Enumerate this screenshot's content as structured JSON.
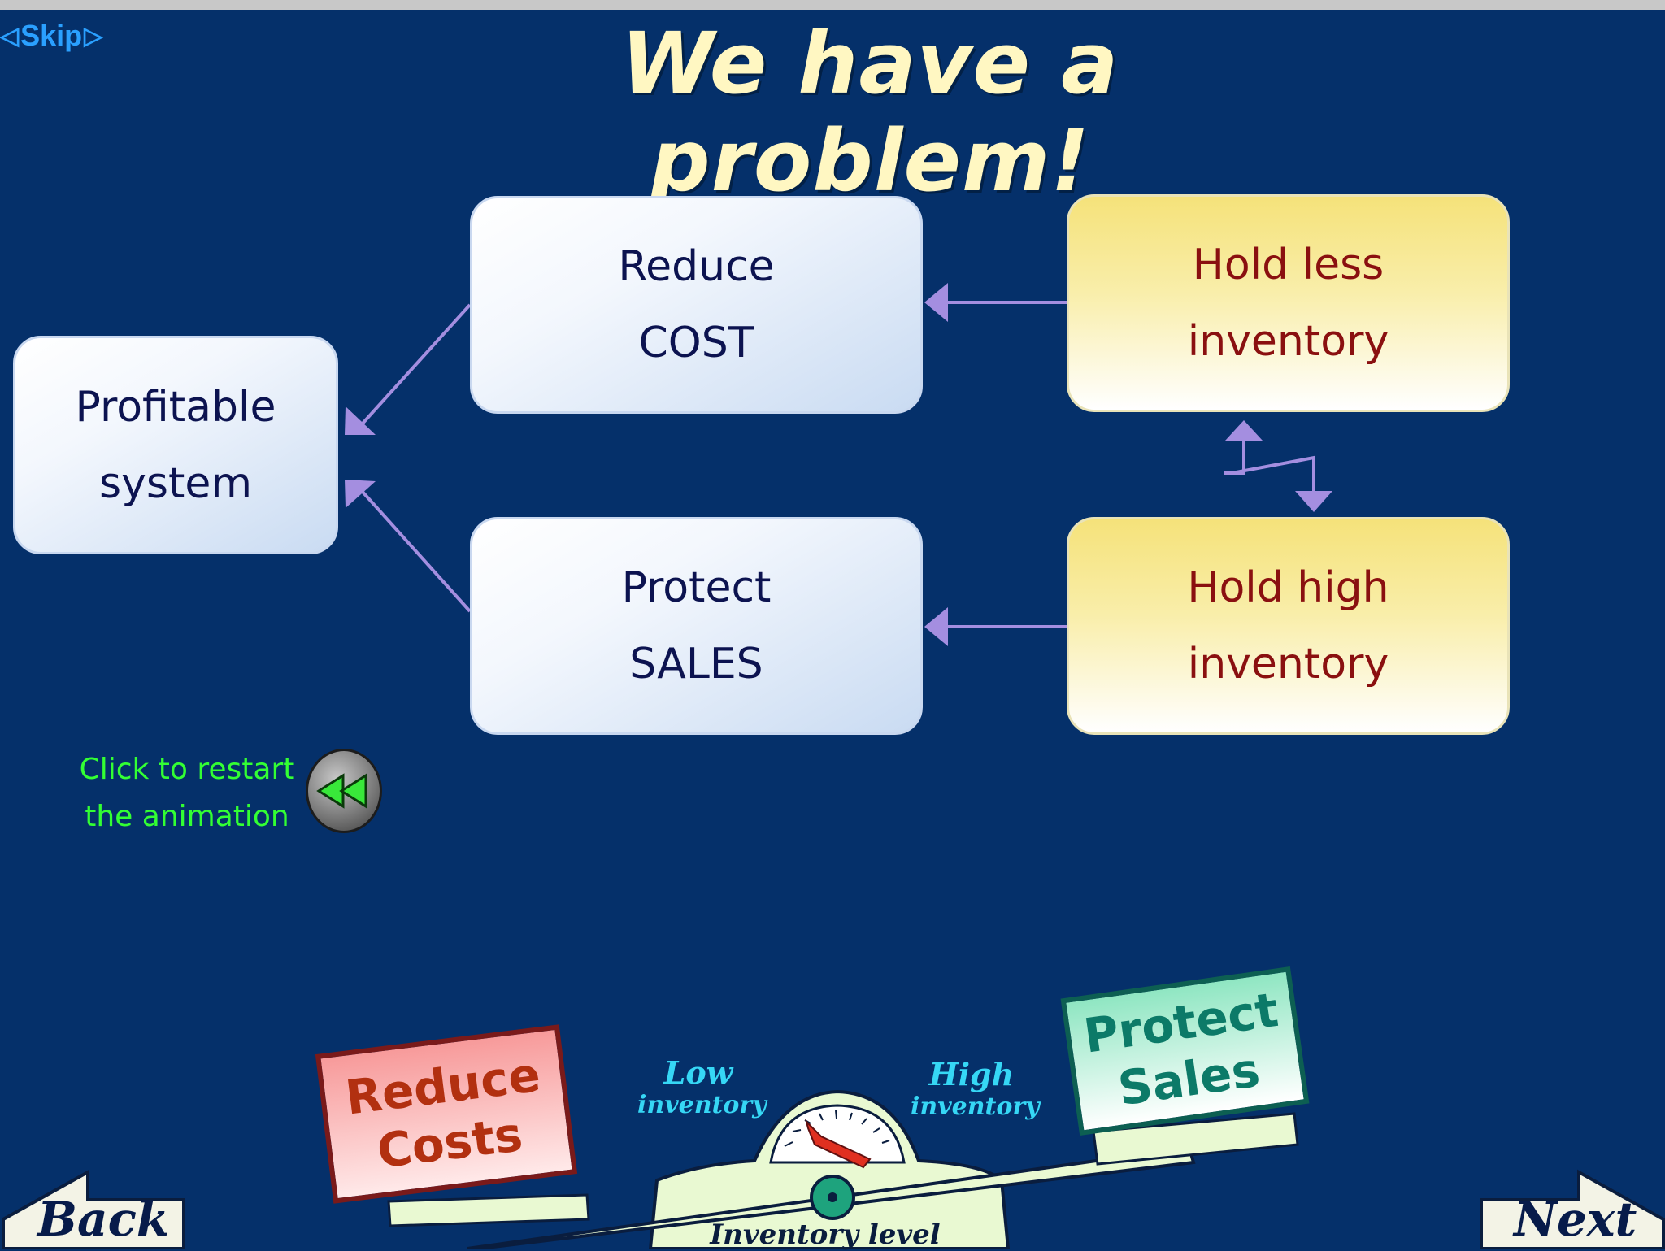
{
  "skip": {
    "label": "Skip"
  },
  "title": "We have a problem!",
  "nodes": {
    "profitable": {
      "line1": "Profitable",
      "line2": "system"
    },
    "reduce_cost": {
      "line1": "Reduce",
      "line2": "COST"
    },
    "protect_sales": {
      "line1": "Protect",
      "line2": "SALES"
    },
    "hold_less": {
      "line1": "Hold less",
      "line2": "inventory"
    },
    "hold_high": {
      "line1": "Hold high",
      "line2": "inventory"
    }
  },
  "restart": {
    "line1": "Click to restart",
    "line2": "the animation"
  },
  "scale": {
    "left_card": {
      "line1": "Reduce",
      "line2": "Costs"
    },
    "right_card": {
      "line1": "Protect",
      "line2": "Sales"
    },
    "low_label": {
      "line1": "Low",
      "line2": "inventory"
    },
    "high_label": {
      "line1": "High",
      "line2": "inventory"
    },
    "gauge_caption": "Inventory level"
  },
  "nav": {
    "back": "Back",
    "next": "Next"
  },
  "colors": {
    "background": "#05306a",
    "arrow": "#a48ee0",
    "title": "#fff7c2",
    "restart_text": "#33ff33",
    "skip": "#2aa0ff"
  },
  "icons": {
    "restart": "rewind-icon",
    "conflict": "zigzag-conflict-arrow-icon"
  }
}
